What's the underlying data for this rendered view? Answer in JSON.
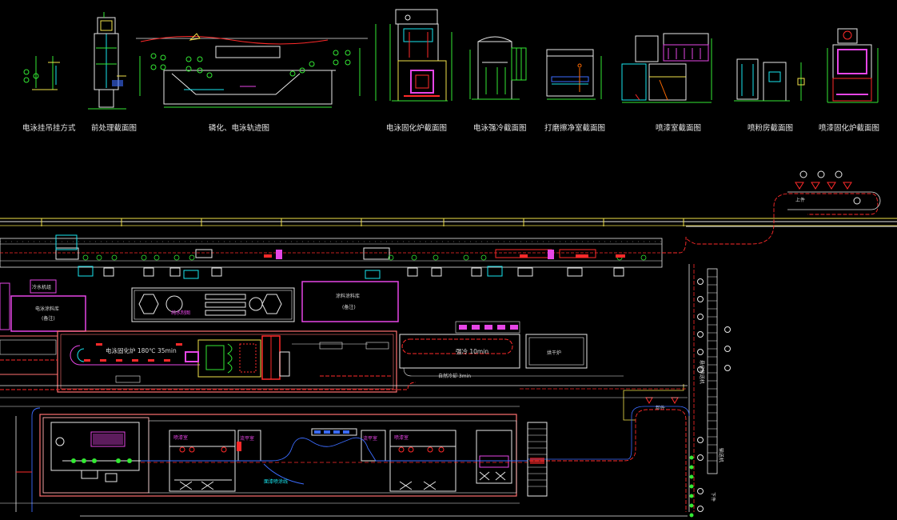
{
  "section_captions": [
    "电泳挂吊挂方式",
    "前处理截面图",
    "磷化、电泳轨迹图",
    "电泳固化炉截面图",
    "电泳强冷截面图",
    "打磨擦净室截面图",
    "喷漆室截面图",
    "喷粉房截面图",
    "喷漆固化炉截面图"
  ],
  "plan_labels": {
    "ed_oven": "电泳固化炉 180℃ 35min",
    "cooling": "强冷 10min",
    "natural_cooling": "自然冷却 3min",
    "pure_water": "纯水制图",
    "storage_left": "电泳涂料库\n(备注)",
    "storage_right": "涂料涂料库\n(备注)",
    "cold_water": "冷水机组",
    "upline": "上件",
    "offline": "下件",
    "conveyor_right_1": "悬挂输送机",
    "conveyor_right_2": "输送机",
    "unload": "卸件",
    "spray_booth_a": "喷漆室",
    "spray_booth_b": "喷漆室",
    "flash_a": "流平室",
    "flash_b": "流平室",
    "paint_line": "面漆喷涂线",
    "oven_small": "烘干炉"
  },
  "colors": {
    "line_white": "#e8e8e8",
    "line_yellow": "#f2e24a",
    "line_red": "#ff2a2a",
    "line_green": "#33e833",
    "line_cyan": "#19e6f0",
    "line_magenta": "#e646e6",
    "line_blue": "#3c6cff",
    "line_pink": "#f0a0a0"
  }
}
